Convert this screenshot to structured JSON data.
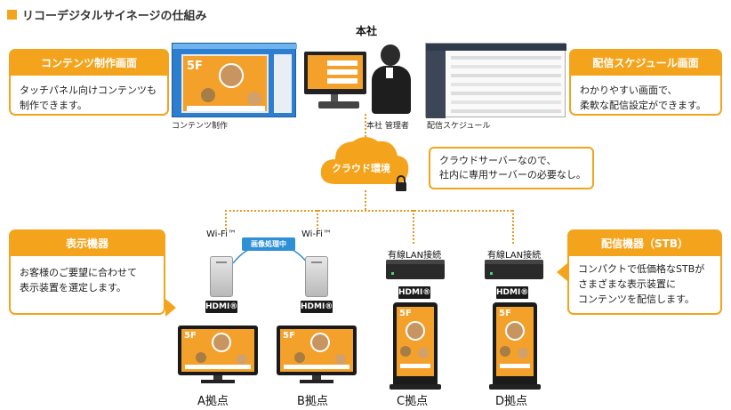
{
  "title": "リコーデジタルサイネージの仕組み",
  "hq": {
    "label": "本社",
    "manager_label": "本社 管理者"
  },
  "content_callout": {
    "heading": "コンテンツ制作画面",
    "body": [
      "タッチパネル向けコンテンツも",
      "制作できます。"
    ],
    "caption": "コンテンツ制作"
  },
  "schedule_callout": {
    "heading": "配信スケジュール画面",
    "body": [
      "わかりやすい画面で、",
      "柔軟な配信設定ができます。"
    ],
    "caption": "配信スケジュール"
  },
  "cloud": {
    "label": "クラウド環境",
    "note": [
      "クラウドサーバーなので、",
      "社内に専用サーバーの必要なし。"
    ]
  },
  "display_callout": {
    "heading": "表示機器",
    "body": [
      "お客様のご要望に合わせて",
      "表示装置を選定します。"
    ]
  },
  "stb_callout": {
    "heading": "配信機器（STB）",
    "body": [
      "コンパクトで低価格なSTBが",
      "さまざまな表示装置に",
      "コンテンツを配信します。"
    ]
  },
  "wifi_label": "Wi-Fi™",
  "image_processing": "画像処理中",
  "wired_label": "有線LAN接続",
  "hdmi_label": "HDMI®",
  "screen_floor": "5F",
  "sites": [
    "A拠点",
    "B拠点",
    "C拠点",
    "D拠点"
  ],
  "colors": {
    "accent": "#f4a41c",
    "wifi_blue": "#2f8fd6"
  }
}
